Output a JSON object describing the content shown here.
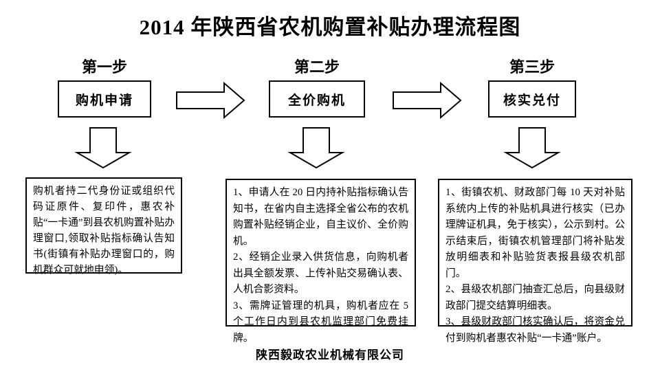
{
  "title": "2014 年陕西省农机购置补贴办理流程图",
  "footer": "陕西毅政农业机械有限公司",
  "colors": {
    "ink": "#000000",
    "background": "#ffffff"
  },
  "steps": [
    {
      "label": "第一步",
      "box": "购机申请",
      "details": [
        "购机者持二代身份证或组织代码证原件、复印件，惠农补贴“一卡通”到县农机购置补贴办理窗口,领取补贴指标确认告知书(街镇有补贴办理窗口的，购机群众可就地申领)。"
      ]
    },
    {
      "label": "第二步",
      "box": "全价购机",
      "details": [
        "1、申请人在 20 日内持补贴指标确认告知书，在省内自主选择全省公布的农机购置补贴经销企业，自主议价、全价购机。",
        "2、经销企业录入供货信息，向购机者出具全额发票、上传补贴交易确认表、人机合影资料。",
        "3、需牌证管理的机具，购机者应在 5 个工作日内到县农机监理部门免费挂牌。"
      ]
    },
    {
      "label": "第三步",
      "box": "核实兑付",
      "details": [
        "1、街镇农机、财政部门每 10 天对补贴系统内上传的补贴机具进行核实（已办理牌证机具，免于核实），公示到村。公示结束后，街镇农机管理部门将补贴发放明细表和补贴验货表报县级农机部门。",
        "2、县级农机部门抽查汇总后，向县级财政部门提交结算明细表。",
        "3、县级财政部门核实确认后，将资金兑付到购机者惠农补贴“一卡通”账户。"
      ]
    }
  ]
}
